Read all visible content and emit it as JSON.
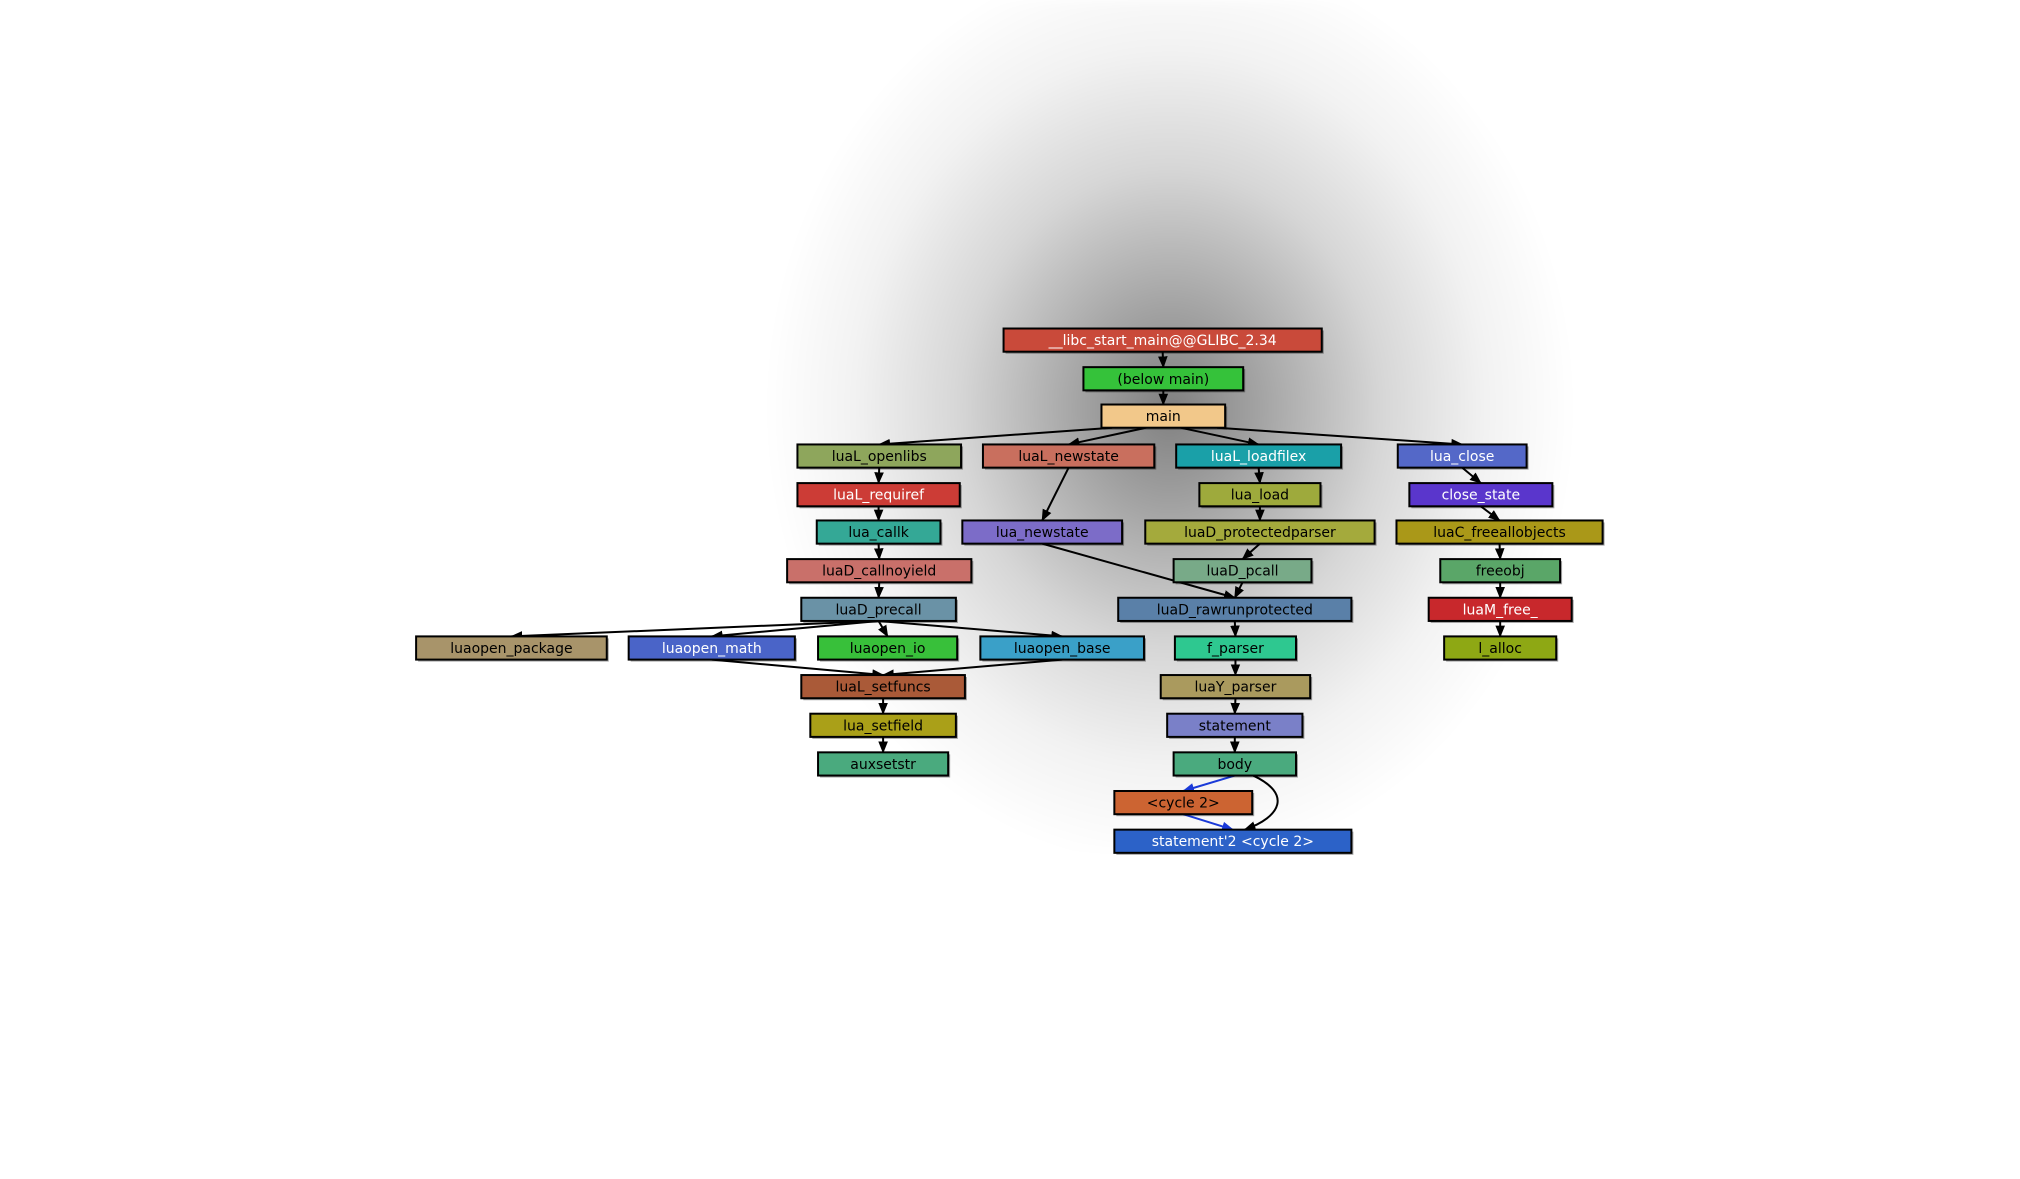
{
  "nodes": [
    {
      "id": "libc",
      "label": "__libc_start_main@@GLIBC_2.34",
      "color": "#c94a3a",
      "text": "#ffffff"
    },
    {
      "id": "below_main",
      "label": "(below main)",
      "color": "#35c23a",
      "text": "#000000"
    },
    {
      "id": "main",
      "label": "main",
      "color": "#f2c88a",
      "text": "#000000",
      "border": "#d9341f"
    },
    {
      "id": "luaL_openlibs",
      "label": "luaL_openlibs",
      "color": "#8ea65c",
      "text": "#000000"
    },
    {
      "id": "luaL_newstate",
      "label": "luaL_newstate",
      "color": "#c96f5e",
      "text": "#000000"
    },
    {
      "id": "luaL_loadfilex",
      "label": "luaL_loadfilex",
      "color": "#1aa0a8",
      "text": "#ffffff"
    },
    {
      "id": "lua_close",
      "label": "lua_close",
      "color": "#5468c8",
      "text": "#ffffff"
    },
    {
      "id": "luaL_requiref",
      "label": "luaL_requiref",
      "color": "#cc3c36",
      "text": "#ffffff"
    },
    {
      "id": "lua_load",
      "label": "lua_load",
      "color": "#9eaa3c",
      "text": "#000000"
    },
    {
      "id": "close_state",
      "label": "close_state",
      "color": "#5a36cc",
      "text": "#ffffff"
    },
    {
      "id": "lua_callk",
      "label": "lua_callk",
      "color": "#34a896",
      "text": "#000000"
    },
    {
      "id": "lua_newstate",
      "label": "lua_newstate",
      "color": "#7c6cc8",
      "text": "#000000"
    },
    {
      "id": "luaD_protectedparser",
      "label": "luaD_protectedparser",
      "color": "#a4aa3c",
      "text": "#000000"
    },
    {
      "id": "luaC_freeallobjects",
      "label": "luaC_freeallobjects",
      "color": "#aa9818",
      "text": "#000000"
    },
    {
      "id": "luaD_callnoyield",
      "label": "luaD_callnoyield",
      "color": "#c9706a",
      "text": "#000000"
    },
    {
      "id": "luaD_pcall",
      "label": "luaD_pcall",
      "color": "#78aa88",
      "text": "#000000"
    },
    {
      "id": "freeobj",
      "label": "freeobj",
      "color": "#5aa668",
      "text": "#000000"
    },
    {
      "id": "luaD_precall",
      "label": "luaD_precall",
      "color": "#6a92a6",
      "text": "#000000"
    },
    {
      "id": "luaD_rawrunprotected",
      "label": "luaD_rawrunprotected",
      "color": "#5a80a8",
      "text": "#000000"
    },
    {
      "id": "luaM_free_",
      "label": "luaM_free_",
      "color": "#c8282c",
      "text": "#ffffff"
    },
    {
      "id": "luaopen_package",
      "label": "luaopen_package",
      "color": "#a8946a",
      "text": "#000000"
    },
    {
      "id": "luaopen_math",
      "label": "luaopen_math",
      "color": "#4a64c8",
      "text": "#ffffff"
    },
    {
      "id": "luaopen_io",
      "label": "luaopen_io",
      "color": "#38c03a",
      "text": "#000000"
    },
    {
      "id": "luaopen_base",
      "label": "luaopen_base",
      "color": "#3aa0c8",
      "text": "#000000"
    },
    {
      "id": "f_parser",
      "label": "f_parser",
      "color": "#2ec890",
      "text": "#000000"
    },
    {
      "id": "l_alloc",
      "label": "l_alloc",
      "color": "#8ea814",
      "text": "#000000"
    },
    {
      "id": "luaL_setfuncs",
      "label": "luaL_setfuncs",
      "color": "#aa5a38",
      "text": "#000000"
    },
    {
      "id": "luaY_parser",
      "label": "luaY_parser",
      "color": "#aa9a5e",
      "text": "#000000"
    },
    {
      "id": "lua_setfield",
      "label": "lua_setfield",
      "color": "#aaa018",
      "text": "#000000"
    },
    {
      "id": "statement",
      "label": "statement",
      "color": "#7a80c8",
      "text": "#000000"
    },
    {
      "id": "auxsetstr",
      "label": "auxsetstr",
      "color": "#4aaa7e",
      "text": "#000000"
    },
    {
      "id": "body",
      "label": "body",
      "color": "#4aaa7e",
      "text": "#000000"
    },
    {
      "id": "cycle2",
      "label": "<cycle 2>",
      "color": "#cc6432",
      "text": "#000000"
    },
    {
      "id": "statement2",
      "label": "statement'2 <cycle 2>",
      "color": "#2c62c8",
      "text": "#ffffff"
    }
  ],
  "edges": [
    {
      "from": "libc",
      "to": "below_main",
      "heavy": true
    },
    {
      "from": "below_main",
      "to": "main",
      "heavy": true
    },
    {
      "from": "main",
      "to": "luaL_openlibs",
      "heavy": true
    },
    {
      "from": "main",
      "to": "luaL_newstate"
    },
    {
      "from": "main",
      "to": "luaL_loadfilex"
    },
    {
      "from": "main",
      "to": "lua_close"
    },
    {
      "from": "luaL_openlibs",
      "to": "luaL_requiref",
      "heavy": true
    },
    {
      "from": "luaL_requiref",
      "to": "lua_callk",
      "heavy": true
    },
    {
      "from": "lua_callk",
      "to": "luaD_callnoyield",
      "heavy": true
    },
    {
      "from": "luaD_callnoyield",
      "to": "luaD_precall",
      "heavy": true
    },
    {
      "from": "luaD_precall",
      "to": "luaopen_package"
    },
    {
      "from": "luaD_precall",
      "to": "luaopen_math"
    },
    {
      "from": "luaD_precall",
      "to": "luaopen_io"
    },
    {
      "from": "luaD_precall",
      "to": "luaopen_base"
    },
    {
      "from": "luaopen_math",
      "to": "luaL_setfuncs"
    },
    {
      "from": "luaopen_base",
      "to": "luaL_setfuncs"
    },
    {
      "from": "luaL_setfuncs",
      "to": "lua_setfield"
    },
    {
      "from": "lua_setfield",
      "to": "auxsetstr"
    },
    {
      "from": "luaL_newstate",
      "to": "lua_newstate"
    },
    {
      "from": "lua_newstate",
      "to": "luaD_rawrunprotected"
    },
    {
      "from": "luaL_loadfilex",
      "to": "lua_load"
    },
    {
      "from": "lua_load",
      "to": "luaD_protectedparser"
    },
    {
      "from": "luaD_protectedparser",
      "to": "luaD_pcall"
    },
    {
      "from": "luaD_pcall",
      "to": "luaD_rawrunprotected"
    },
    {
      "from": "luaD_rawrunprotected",
      "to": "f_parser"
    },
    {
      "from": "f_parser",
      "to": "luaY_parser"
    },
    {
      "from": "luaY_parser",
      "to": "statement"
    },
    {
      "from": "statement",
      "to": "body"
    },
    {
      "from": "body",
      "to": "cycle2",
      "color": "#1a3ad8"
    },
    {
      "from": "cycle2",
      "to": "statement2",
      "color": "#1a3ad8"
    },
    {
      "from": "body",
      "to": "statement2",
      "curve": true
    },
    {
      "from": "lua_close",
      "to": "close_state"
    },
    {
      "from": "close_state",
      "to": "luaC_freeallobjects"
    },
    {
      "from": "luaC_freeallobjects",
      "to": "freeobj"
    },
    {
      "from": "freeobj",
      "to": "luaM_free_"
    },
    {
      "from": "luaM_free_",
      "to": "l_alloc"
    }
  ]
}
